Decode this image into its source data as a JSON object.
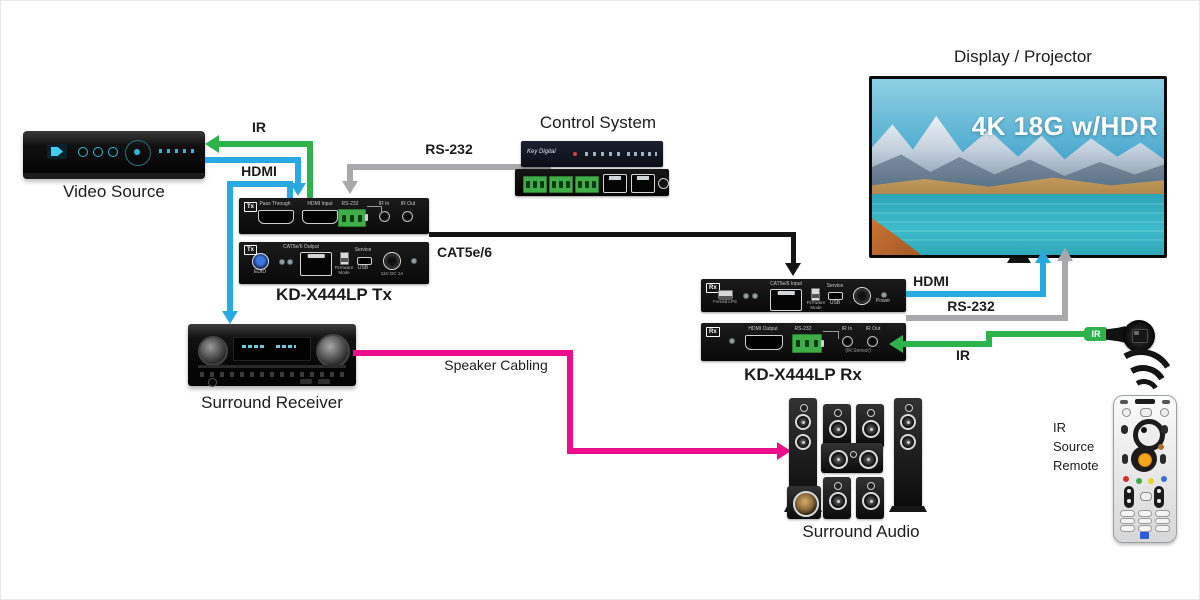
{
  "colors": {
    "ir_green": "#2db34a",
    "hdmi_blue": "#29a9e1",
    "rs232_gray": "#a9a9ab",
    "cat_black": "#141414",
    "speaker_magenta": "#eb0d8c"
  },
  "cables": {
    "ir_left": "IR",
    "hdmi_left": "HDMI",
    "rs232_left": "RS-232",
    "cat": "CAT5e/6",
    "hdmi_right": "HDMI",
    "rs232_right": "RS-232",
    "ir_right": "IR",
    "speaker": "Speaker Cabling",
    "ir_emitter_tag": "IR"
  },
  "video_source": {
    "label": "Video Source"
  },
  "control_system": {
    "title": "Control System",
    "brand": "Key Digital"
  },
  "display": {
    "title": "Display / Projector",
    "overlay": "4K 18G w/HDR"
  },
  "tx": {
    "label": "KD-X444LP Tx",
    "badge": "Tx",
    "ports": {
      "pass_through": "Pass Through",
      "hdmi_input": "HDMI Input",
      "rs232": "RS-232",
      "ir_in": "IR In",
      "ir_out": "IR Out",
      "edid": "EDID",
      "cat_output": "CAT5e/6 Output",
      "firmware_mode": "Firmware Mode",
      "service": "Service",
      "usb": "USB",
      "power_rating": "12V DC 1A"
    }
  },
  "rx": {
    "label": "KD-X444LP Rx",
    "badge": "Rx",
    "ports": {
      "forced_lps": "Forced LPS",
      "cat_input": "CAT5e/6 Input",
      "firmware_mode": "Firmware Mode",
      "service": "Service",
      "usb": "USB",
      "power": "Power",
      "hdmi_output": "HDMI Output",
      "rs232": "RS-232",
      "ir_in": "IR In",
      "ir_out": "IR Out",
      "ir_sensor": "(IR Sensor)"
    }
  },
  "surround_receiver": {
    "label": "Surround Receiver"
  },
  "surround_audio": {
    "label": "Surround Audio"
  },
  "remote": {
    "line1": "IR",
    "line2": "Source",
    "line3": "Remote"
  }
}
